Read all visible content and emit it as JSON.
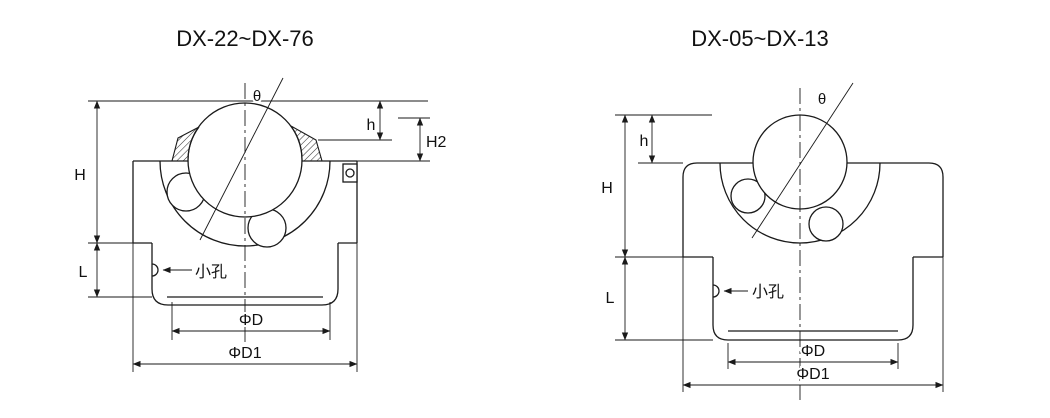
{
  "figure": {
    "background": "#ffffff",
    "line_color": "#1a1a1a"
  },
  "diagrams": [
    {
      "title": "DX-22~DX-76",
      "labels": {
        "theta": "θ",
        "h": "h",
        "h2": "H2",
        "height": "H",
        "lower": "L",
        "small_hole": "小孔",
        "phi_d": "ΦD",
        "phi_d1": "ΦD1"
      }
    },
    {
      "title": "DX-05~DX-13",
      "labels": {
        "theta": "θ",
        "h": "h",
        "height": "H",
        "lower": "L",
        "small_hole": "小孔",
        "phi_d": "ΦD",
        "phi_d1": "ΦD1"
      }
    }
  ]
}
